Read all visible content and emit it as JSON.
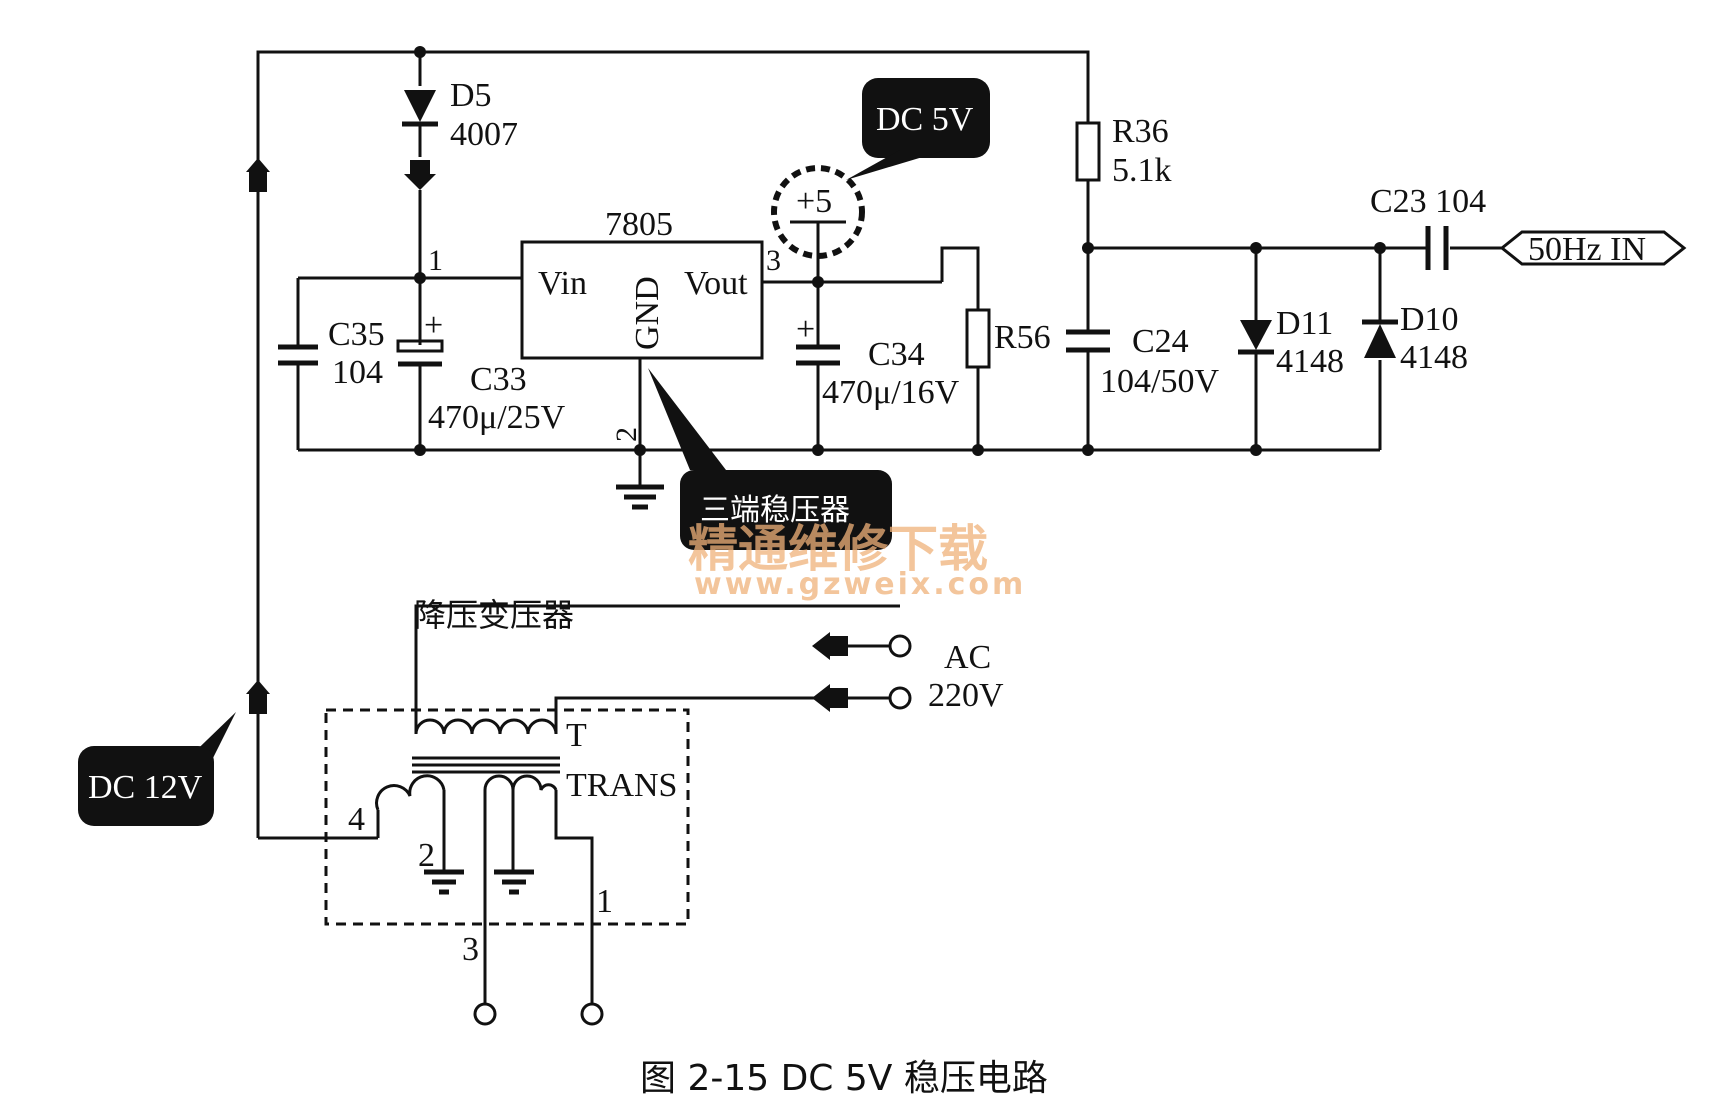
{
  "regulator": {
    "part": "7805",
    "vin": "Vin",
    "gnd": "GND",
    "vout": "Vout",
    "pin_in": "1",
    "pin_gnd": "2",
    "pin_out": "3"
  },
  "d5": {
    "ref": "D5",
    "value": "4007"
  },
  "c35": {
    "ref": "C35",
    "value": "104"
  },
  "c33": {
    "ref": "C33",
    "value": "470μ/25V"
  },
  "c34": {
    "ref": "C34",
    "value": "470μ/16V"
  },
  "r56": {
    "ref": "R56"
  },
  "r36": {
    "ref": "R36",
    "value": "5.1k"
  },
  "c24": {
    "ref": "C24",
    "value": "104/50V"
  },
  "d11": {
    "ref": "D11",
    "value": "4148"
  },
  "d10": {
    "ref": "D10",
    "value": "4148"
  },
  "c23": {
    "label": "C23 104"
  },
  "input_50hz": "50Hz IN",
  "plus5": "+5",
  "plus_sign": "+",
  "callouts": {
    "dc5v": "DC 5V",
    "regulator_cn": "三端稳压器",
    "dc12v": "DC 12V"
  },
  "transformer": {
    "title": "降压变压器",
    "ref": "T",
    "type": "TRANS",
    "pin1": "1",
    "pin2": "2",
    "pin3": "3",
    "pin4": "4"
  },
  "ac": {
    "line1": "AC",
    "line2": "220V"
  },
  "watermark": {
    "cn": "精通维修下载",
    "url": "www.gzweix.com"
  },
  "caption": "图 2-15  DC 5V 稳压电路"
}
